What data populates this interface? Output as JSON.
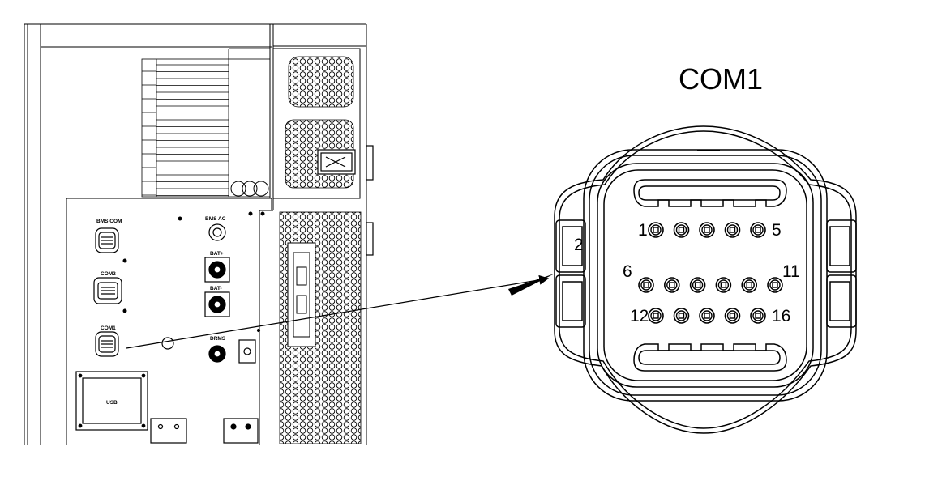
{
  "title": "COM1",
  "panel_labels": {
    "bms_com": "BMS COM",
    "bms_ac": "BMS AC",
    "bat_plus": "BAT+",
    "bat_minus": "BAT-",
    "com2": "COM2",
    "com1": "COM1",
    "drms": "DRMS",
    "usb": "USB"
  },
  "connector": {
    "key_label": "2",
    "pin_numbers": {
      "p1": "1",
      "p5": "5",
      "p6": "6",
      "p11": "11",
      "p12": "12",
      "p16": "16"
    },
    "rows": [
      {
        "pins": 5
      },
      {
        "pins": 6
      },
      {
        "pins": 5
      }
    ]
  }
}
